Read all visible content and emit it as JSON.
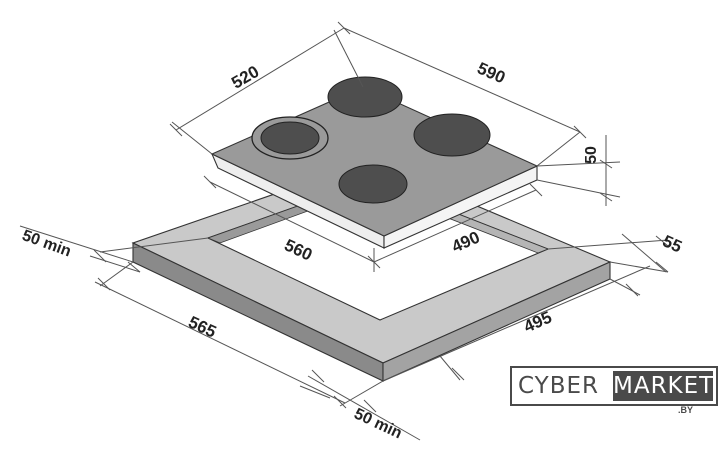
{
  "dimensions": {
    "hob_width": "520",
    "hob_depth": "590",
    "hob_height": "50",
    "cutout_width": "560",
    "cutout_depth": "490",
    "frame_side": "55",
    "min_left": "50 min",
    "min_front": "50 min",
    "worktop_width": "565",
    "worktop_depth": "495"
  },
  "logo": {
    "left_text": "CYBER",
    "right_text": "MARKET",
    "sub_text": ".BY"
  },
  "colors": {
    "glass_top": "#9a9a9a",
    "burner": "#4e4e4e",
    "frame_top": "#c8c8c8",
    "frame_front": "#8a8a8a",
    "hob_side": "#eeeeee"
  }
}
